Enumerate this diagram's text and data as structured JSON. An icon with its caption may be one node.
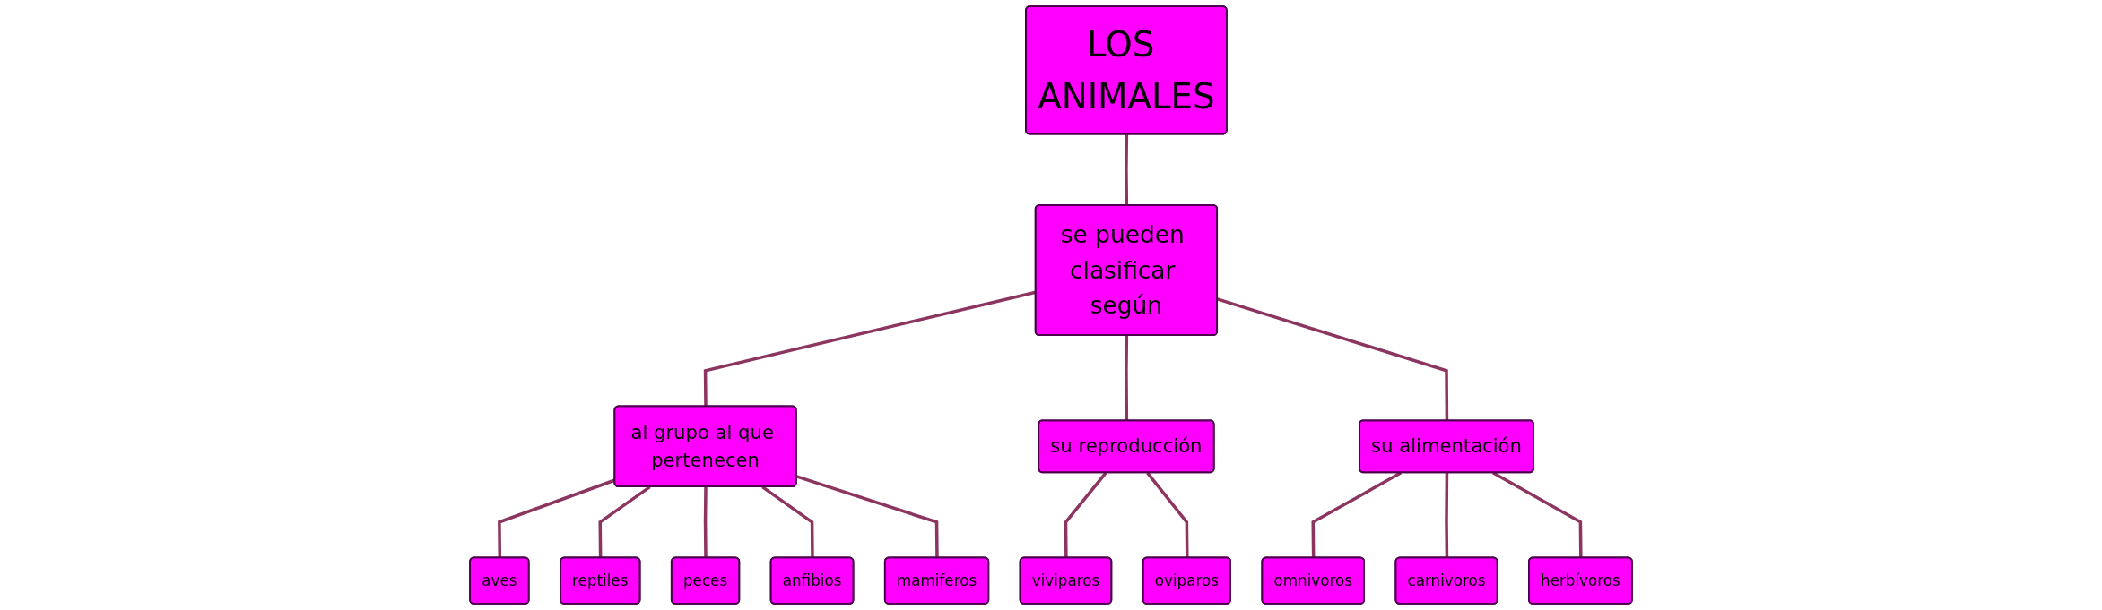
{
  "diagram": {
    "nodes": [
      {
        "text": [
          "LOS ANIMALES"
        ]
      },
      {
        "text": [
          "se pueden clasificar según"
        ]
      },
      {
        "text": [
          "al grupo al que pertenecen"
        ]
      },
      {
        "text": [
          "su reproducción"
        ]
      },
      {
        "text": [
          "su alimentación"
        ]
      },
      {
        "text": [
          "aves"
        ]
      },
      {
        "text": [
          "reptiles"
        ]
      },
      {
        "text": [
          "peces"
        ]
      },
      {
        "text": [
          "anfibios"
        ]
      },
      {
        "text": [
          "mamiferos"
        ]
      },
      {
        "text": [
          "viviparos"
        ]
      },
      {
        "text": [
          "oviparos"
        ]
      },
      {
        "text": [
          "omnivoros"
        ]
      },
      {
        "text": [
          "carnivoros"
        ]
      },
      {
        "text": [
          "herbívoros"
        ]
      }
    ],
    "edges": [
      {
        "from": 0,
        "to": 1,
        "arrow": "none"
      },
      {
        "from": 1,
        "to": 2,
        "arrow": "none"
      },
      {
        "from": 1,
        "to": 3,
        "arrow": "none"
      },
      {
        "from": 1,
        "to": 4,
        "arrow": "none"
      },
      {
        "from": 2,
        "to": 5,
        "arrow": "none"
      },
      {
        "from": 2,
        "to": 6,
        "arrow": "none"
      },
      {
        "from": 2,
        "to": 7,
        "arrow": "none"
      },
      {
        "from": 2,
        "to": 8,
        "arrow": "none"
      },
      {
        "from": 2,
        "to": 9,
        "arrow": "none"
      },
      {
        "from": 3,
        "to": 10,
        "arrow": "none"
      },
      {
        "from": 3,
        "to": 11,
        "arrow": "none"
      },
      {
        "from": 4,
        "to": 12,
        "arrow": "none"
      },
      {
        "from": 4,
        "to": 13,
        "arrow": "none"
      },
      {
        "from": 4,
        "to": 14,
        "arrow": "none"
      }
    ]
  }
}
